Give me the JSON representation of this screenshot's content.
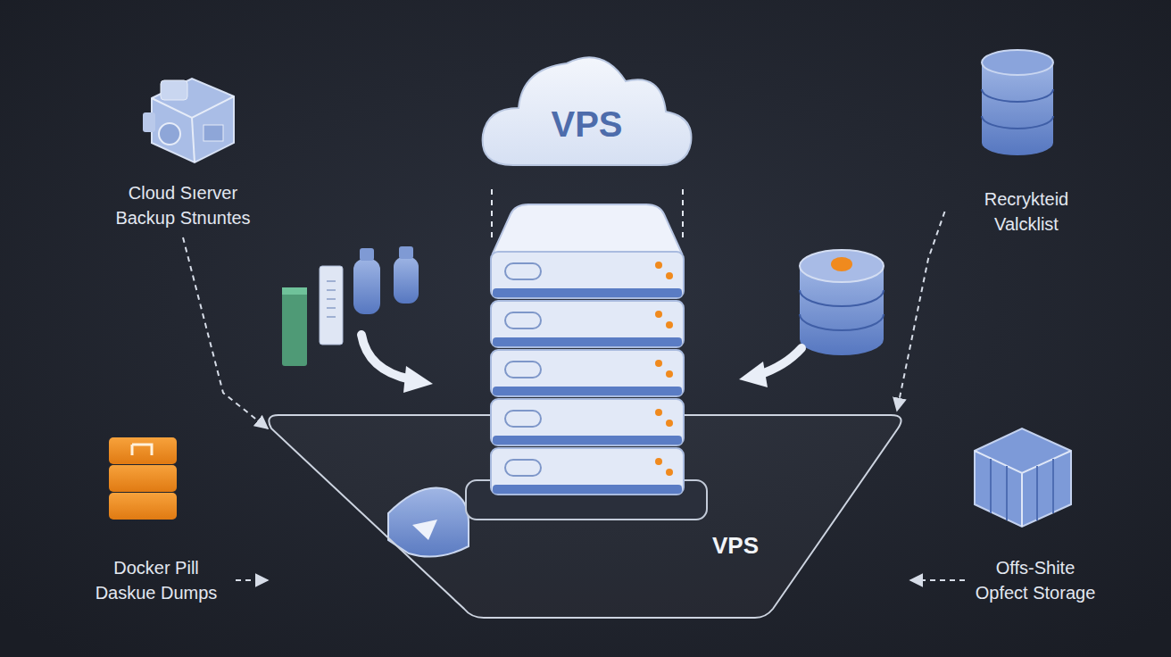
{
  "diagram": {
    "nodes": [
      {
        "text": [
          "Cloud Sıerver Backup Stnuntes"
        ]
      },
      {
        "text": [
          "VPS"
        ]
      },
      {
        "text": [
          "Recrykteid Valcklist"
        ]
      },
      {
        "text": [
          "Docker Pill Daskue Dumps"
        ]
      },
      {
        "text": [
          "VPS"
        ]
      },
      {
        "text": [
          "Offs-Shite Opfect Storage"
        ]
      }
    ],
    "edges": [
      {
        "from": 0,
        "to": 4,
        "arrow": "to"
      },
      {
        "from": 2,
        "to": 4,
        "arrow": "to"
      },
      {
        "from": 3,
        "to": 4,
        "arrow": "to"
      },
      {
        "from": 5,
        "to": 4,
        "arrow": "to"
      }
    ]
  }
}
